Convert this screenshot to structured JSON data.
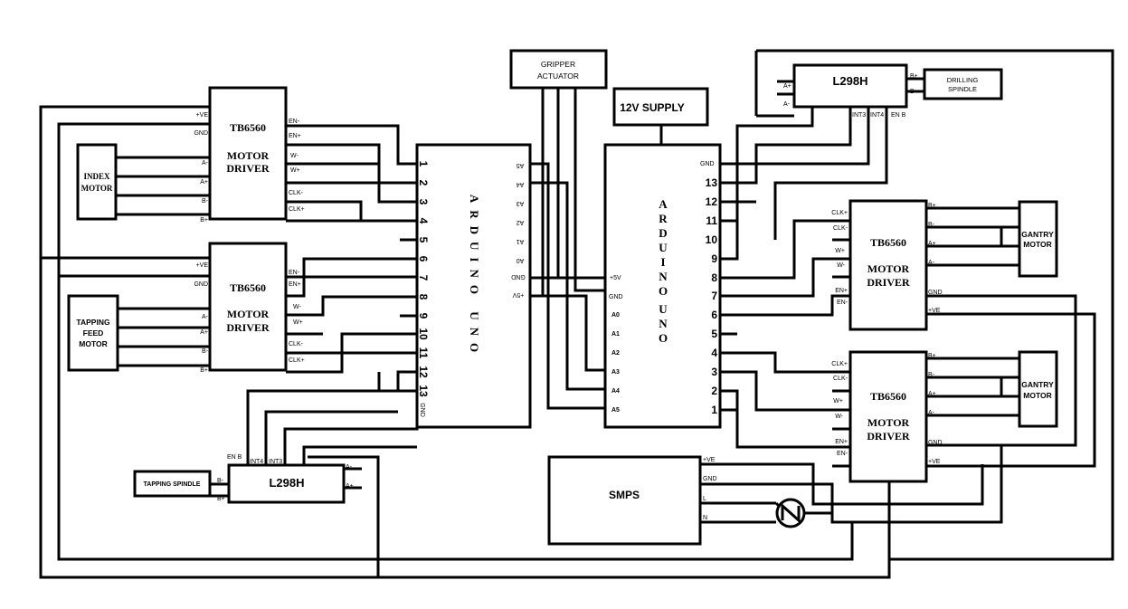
{
  "motor_driver_1": {
    "title": "TB6560",
    "line1": "MOTOR",
    "line2": "DRIVER",
    "pins_left": [
      "+VE",
      "GND",
      "A-",
      "A+",
      "B-",
      "B+"
    ],
    "pins_right": [
      "EN-",
      "EN+",
      "W-",
      "W+",
      "CLK-",
      "CLK+"
    ]
  },
  "index_motor": {
    "line1": "INDEX",
    "line2": "MOTOR"
  },
  "motor_driver_2": {
    "title": "TB6560",
    "line1": "MOTOR",
    "line2": "DRIVER",
    "pins_left": [
      "+VE",
      "GND",
      "A-",
      "A+",
      "B-",
      "B+"
    ],
    "pins_right": [
      "EN-",
      "EN+",
      "W-",
      "W+",
      "CLK-",
      "CLK+"
    ]
  },
  "tapping_feed_motor": {
    "line1": "TAPPING",
    "line2": "FEED",
    "line3": "MOTOR"
  },
  "tapping_spindle": {
    "label": "TAPPING SPINDLE"
  },
  "l298h_bottom": {
    "title": "L298H",
    "pins_top": [
      "EN B",
      "INT4",
      "INT3"
    ],
    "pins_left": [
      "B-",
      "B+"
    ],
    "pins_right": [
      "A-",
      "A+"
    ]
  },
  "arduino_left": {
    "title": "ARDUINO UNO",
    "digital": [
      "1",
      "2",
      "3",
      "4",
      "5",
      "6",
      "7",
      "8",
      "9",
      "10",
      "11",
      "12",
      "13"
    ],
    "gnd": "GND",
    "analog": [
      "A5",
      "A4",
      "A3",
      "A2",
      "A1",
      "A0"
    ],
    "power": [
      "GND",
      "+5V"
    ]
  },
  "gripper": {
    "line1": "GRIPPER",
    "line2": "ACTUATOR"
  },
  "supply_12v": {
    "label": "12V SUPPLY"
  },
  "arduino_right": {
    "title_letters": [
      "A",
      "R",
      "D",
      "U",
      "I",
      "N",
      "O",
      "U",
      "N",
      "O"
    ],
    "power": [
      "+5V",
      "GND"
    ],
    "analog": [
      "A0",
      "A1",
      "A2",
      "A3",
      "A4",
      "A5"
    ],
    "gnd": "GND",
    "digital": [
      "13",
      "12",
      "11",
      "10",
      "9",
      "8",
      "7",
      "6",
      "5",
      "4",
      "3",
      "2",
      "1"
    ]
  },
  "l298h_top": {
    "title": "L298H",
    "pins_left": [
      "A+",
      "A-"
    ],
    "pins_right": [
      "B+",
      "B-"
    ],
    "pins_bottom": [
      "INT3",
      "INT4",
      "EN B"
    ]
  },
  "drilling_spindle": {
    "line1": "DRILLING",
    "line2": "SPINDLE"
  },
  "motor_driver_3": {
    "title": "TB6560",
    "line1": "MOTOR",
    "line2": "DRIVER",
    "pins_left": [
      "CLK+",
      "CLK-",
      "W+",
      "W-",
      "EN+",
      "EN-"
    ],
    "pins_right": [
      "B+",
      "B-",
      "A+",
      "A-",
      "GND",
      "+VE"
    ]
  },
  "gantry_motor_1": {
    "line1": "GANTRY",
    "line2": "MOTOR"
  },
  "motor_driver_4": {
    "title": "TB6560",
    "line1": "MOTOR",
    "line2": "DRIVER",
    "pins_left": [
      "CLK+",
      "CLK-",
      "W+",
      "W-",
      "EN+",
      "EN-"
    ],
    "pins_right": [
      "B+",
      "B-",
      "A+",
      "A-",
      "GND",
      "+VE"
    ]
  },
  "gantry_motor_2": {
    "line1": "GANTRY",
    "line2": "MOTOR"
  },
  "smps": {
    "label": "SMPS",
    "pins": [
      "+VE",
      "GND",
      "L",
      "N"
    ]
  }
}
